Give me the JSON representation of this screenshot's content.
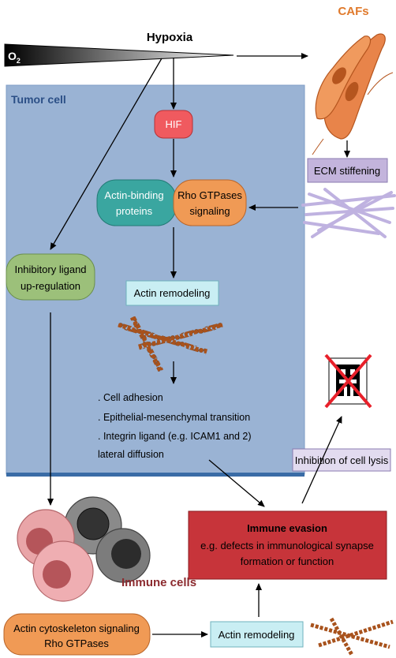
{
  "header": {
    "hypoxia": "Hypoxia",
    "o2": "O",
    "o2_sub": "2"
  },
  "cafs": {
    "label": "CAFs"
  },
  "tumor_cell": {
    "title": "Tumor cell"
  },
  "hif": {
    "label": "HIF"
  },
  "actin_binding": {
    "line1": "Actin-binding",
    "line2": "proteins"
  },
  "rho_gtpases": {
    "line1": "Rho GTPases",
    "line2": "signaling"
  },
  "ecm": {
    "label": "ECM stiffening"
  },
  "inhibitory_ligand": {
    "line1": "Inhibitory ligand",
    "line2": "up-regulation"
  },
  "actin_remodeling_tumor": {
    "label": "Actin remodeling"
  },
  "outcomes": {
    "item1": ". Cell adhesion",
    "item2": ". Epithelial-mesenchymal transition",
    "item3": ". Integrin ligand (e.g. ICAM1 and 2)",
    "item3_cont": "lateral diffusion"
  },
  "inhibition_lysis": {
    "label": "Inhibition of cell lysis"
  },
  "immune_cells": {
    "label": "Immune cells"
  },
  "immune_evasion": {
    "title": "Immune evasion",
    "line1": "e.g. defects in immunological synapse",
    "line2": "formation or function"
  },
  "actin_cyto": {
    "line1": "Actin cytoskeleton signaling",
    "line2": "Rho GTPases"
  },
  "actin_remodeling_bottom": {
    "label": "Actin remodeling"
  },
  "colors": {
    "tumor_bg": "#9ab3d4",
    "hif": "#f05a5f",
    "actin_binding": "#3aa6a0",
    "rho": "#f09a55",
    "ecm": "#c3b4dc",
    "inhibitory": "#9cc07a",
    "actin_box": "#c9eef3",
    "immune_evasion": "#c7343a",
    "caf": "#e8844a",
    "filament": "#a8521c"
  }
}
